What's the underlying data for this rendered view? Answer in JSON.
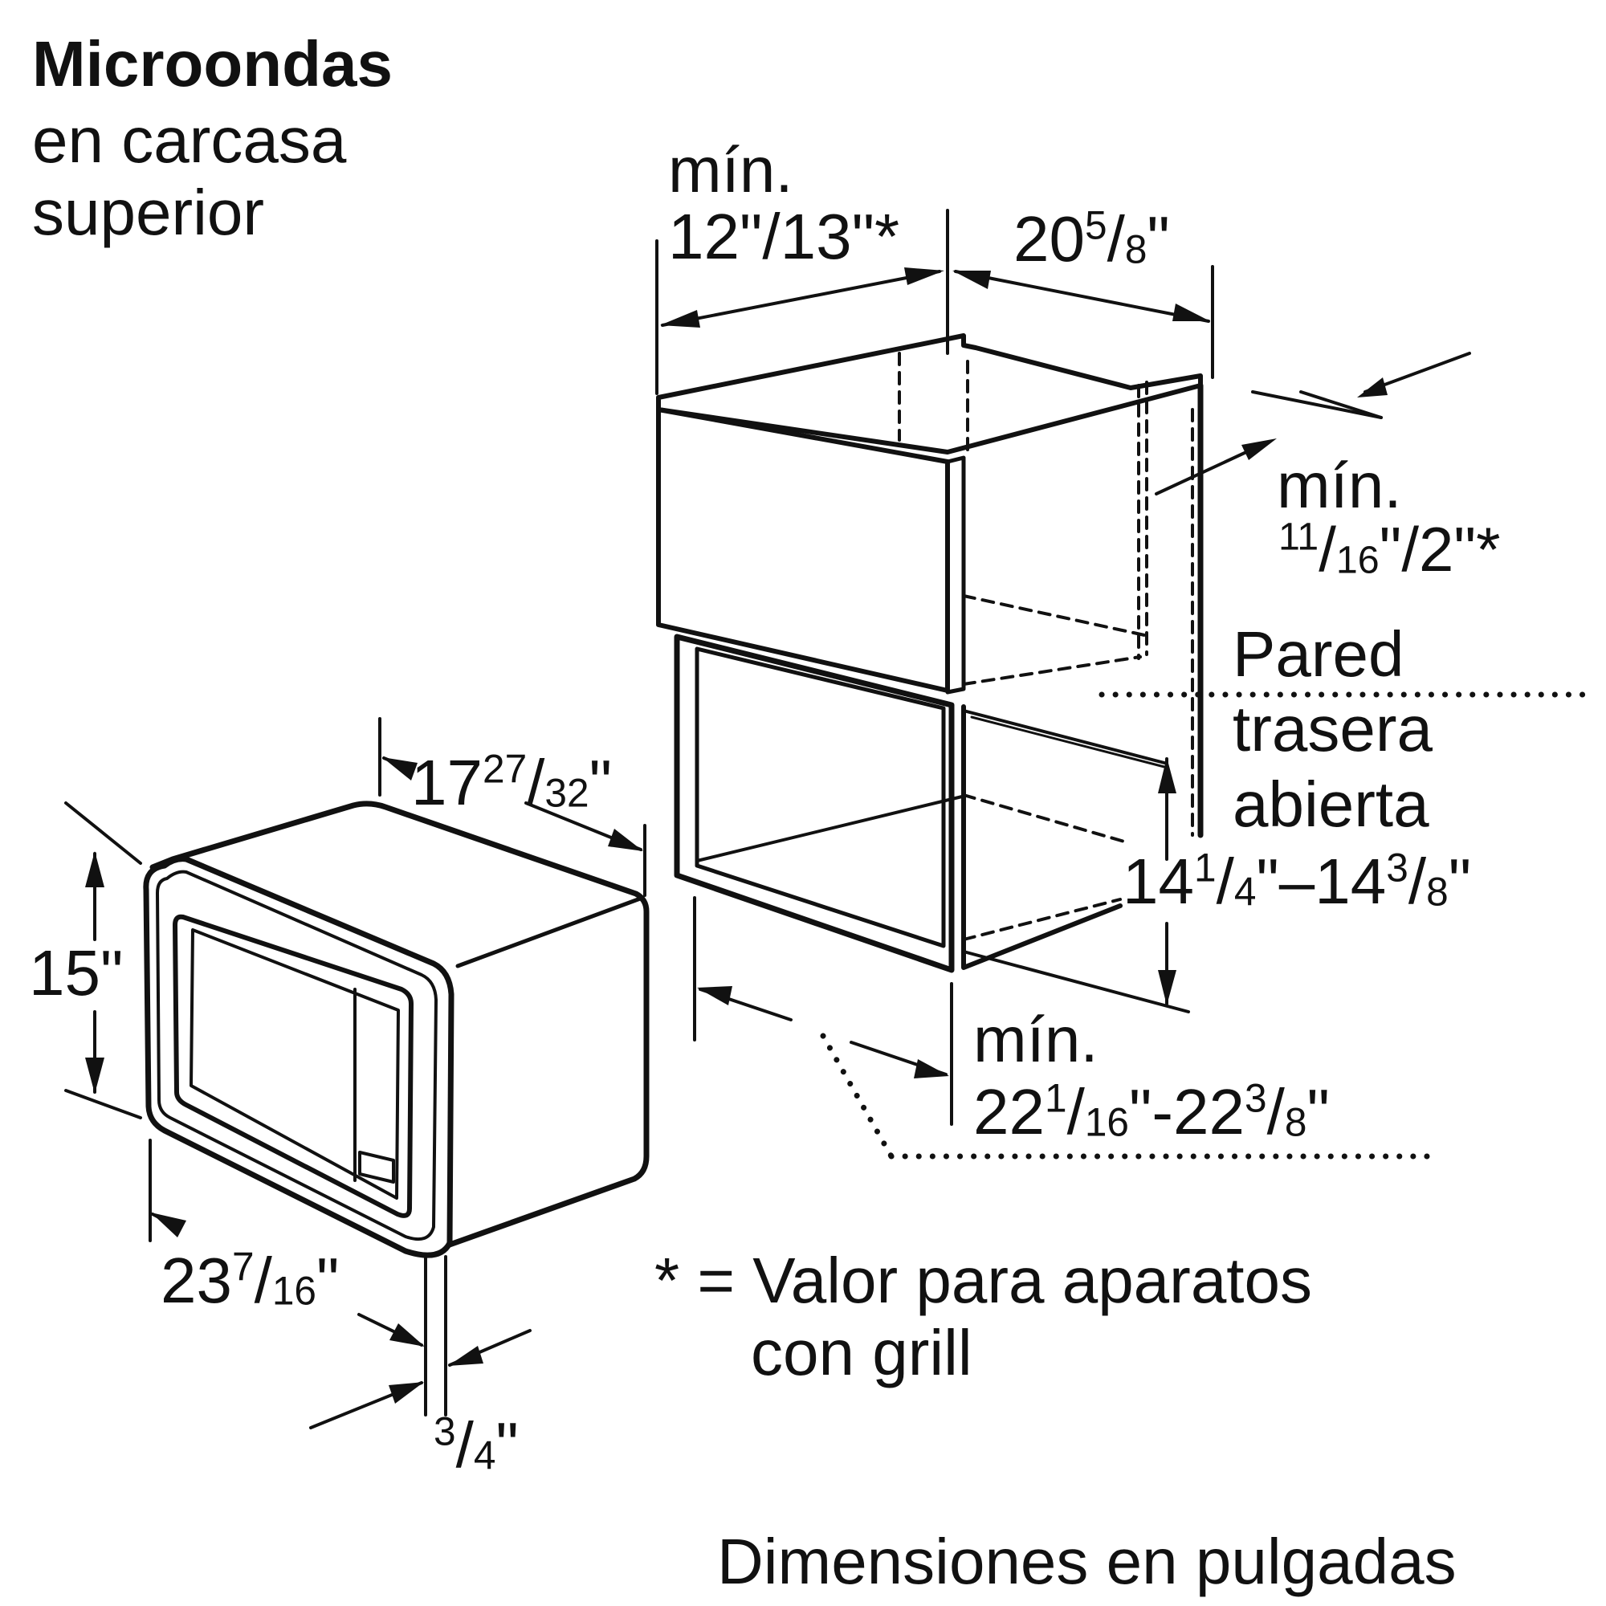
{
  "title": {
    "line1": "Microondas",
    "line2": "en carcasa",
    "line3": "superior"
  },
  "dims": {
    "top_min_label": "mín.",
    "top_min_value": "12\"/13\"*",
    "width_whole": "20",
    "width_num": "5",
    "width_den": "8",
    "width_unit": "\"",
    "gap_min_label": "mín.",
    "gap_num": "11",
    "gap_den": "16",
    "gap_rest": "\"/2\"*",
    "height_a_whole": "14",
    "height_a_num": "1",
    "height_a_den": "4",
    "height_sep": "\"–",
    "height_b_whole": "14",
    "height_b_num": "3",
    "height_b_den": "8",
    "height_unit": "\"",
    "depth_min_label": "mín.",
    "depth_a_whole": "22",
    "depth_a_num": "1",
    "depth_a_den": "16",
    "depth_sep": "\"-",
    "depth_b_whole": "22",
    "depth_b_num": "3",
    "depth_b_den": "8",
    "depth_unit": "\"",
    "mw_depth_whole": "17",
    "mw_depth_num": "27",
    "mw_depth_den": "32",
    "mw_depth_unit": "\"",
    "mw_height": "15\"",
    "mw_width_whole": "23",
    "mw_width_num": "7",
    "mw_width_den": "16",
    "mw_width_unit": "\"",
    "frame_num": "3",
    "frame_den": "4",
    "frame_unit": "\""
  },
  "wall": {
    "line1": "Pared",
    "line2": "trasera",
    "line3": "abierta"
  },
  "footnote": {
    "line1": "* = Valor para aparatos",
    "line2": "con grill"
  },
  "units_caption": "Dimensiones en pulgadas"
}
